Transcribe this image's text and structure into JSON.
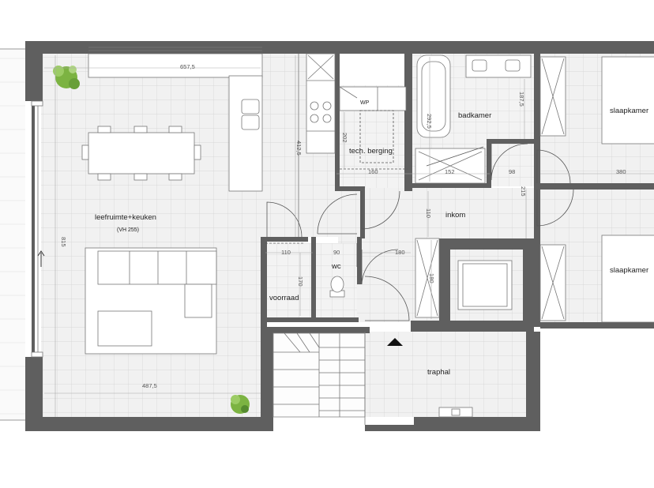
{
  "rooms": {
    "living": "leefruimte+keuken",
    "living_sub": "(VH 255)",
    "bathroom": "badkamer",
    "storage": "tech. berging",
    "wp": "WP",
    "hall": "inkom",
    "wc": "wc",
    "pantry": "voorraad",
    "stairwell": "traphal",
    "bedroom1": "slaapkamer",
    "bedroom2": "slaapkamer"
  },
  "dimensions": {
    "living_top_width": "657,5",
    "living_bottom_width": "487,5",
    "living_height": "815",
    "kitchen_height": "412,5",
    "storage_height": "202",
    "storage_width": "160",
    "bath_height": "292,5",
    "bath_width": "152",
    "small_door_width": "98",
    "vanity_height": "187,5",
    "corridor_height": "215",
    "bedroom_width": "380",
    "hall_height": "110",
    "hall_width": "180",
    "pantry_width": "110",
    "wc_width": "90",
    "pantry_height": "170",
    "elevator_depth": "180"
  },
  "colors": {
    "wall": "#5f5f5f",
    "tile_grid": "#cfcfcf",
    "greenery": "#7cb342"
  }
}
